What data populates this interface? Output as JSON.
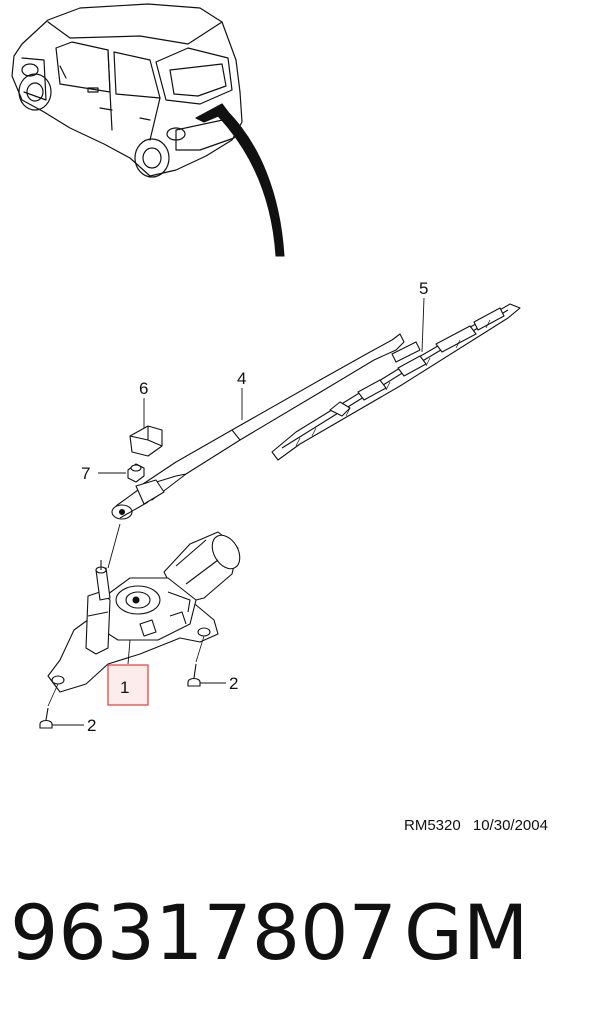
{
  "callouts": [
    {
      "id": "1",
      "label": "1",
      "highlighted": true
    },
    {
      "id": "2a",
      "label": "2"
    },
    {
      "id": "2b",
      "label": "2"
    },
    {
      "id": "4",
      "label": "4"
    },
    {
      "id": "5",
      "label": "5"
    },
    {
      "id": "6",
      "label": "6"
    },
    {
      "id": "7",
      "label": "7"
    }
  ],
  "reference": {
    "code": "RM5320",
    "date": "10/30/2004"
  },
  "footer": {
    "part_number": "96317807",
    "brand": "GM"
  },
  "colors": {
    "highlight_border": "#e53935",
    "highlight_fill": "#fdecec",
    "ink": "#111111"
  }
}
